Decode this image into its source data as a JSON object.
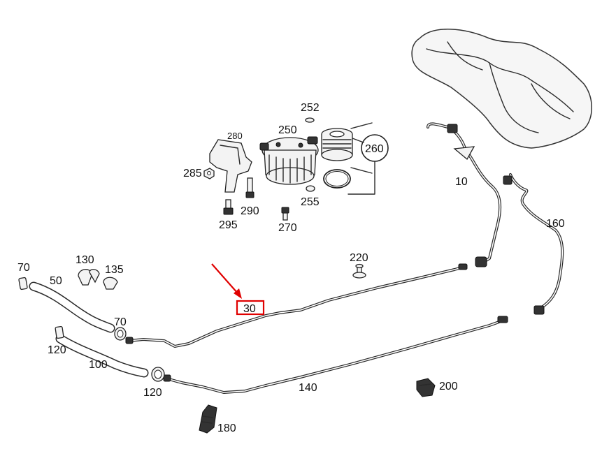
{
  "diagram": {
    "labels": {
      "p10": "10",
      "p30": "30",
      "p50": "50",
      "p70a": "70",
      "p70b": "70",
      "p100": "100",
      "p120a": "120",
      "p120b": "120",
      "p130": "130",
      "p135": "135",
      "p140": "140",
      "p160": "160",
      "p180": "180",
      "p200": "200",
      "p220": "220",
      "p250": "250",
      "p252": "252",
      "p255": "255",
      "p260": "260",
      "p270": "270",
      "p280": "280",
      "p285": "285",
      "p290": "290",
      "p295": "295"
    },
    "highlight": {
      "part": "30",
      "color": "#e00000"
    }
  }
}
